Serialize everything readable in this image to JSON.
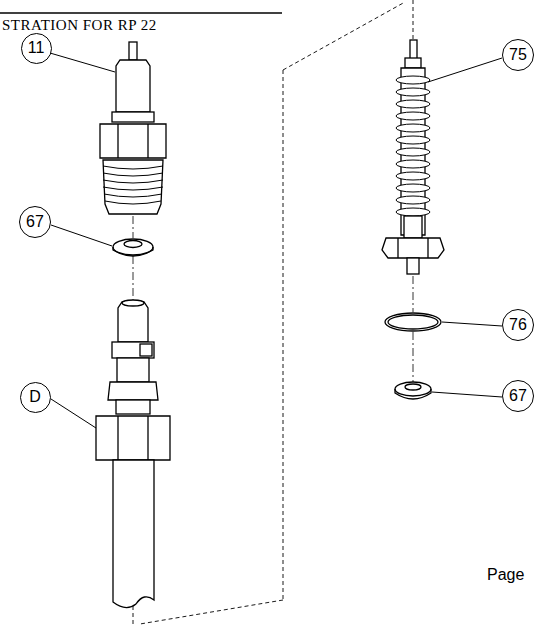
{
  "diagram": {
    "title": "STRATION FOR RP 22",
    "nodes": [
      {
        "text": [
          "11"
        ]
      },
      {
        "text": [
          "75"
        ]
      },
      {
        "text": [
          "67"
        ]
      },
      {
        "text": [
          "76"
        ]
      },
      {
        "text": [
          "D"
        ]
      },
      {
        "text": [
          "67"
        ]
      }
    ],
    "labels": [
      "Page"
    ]
  }
}
